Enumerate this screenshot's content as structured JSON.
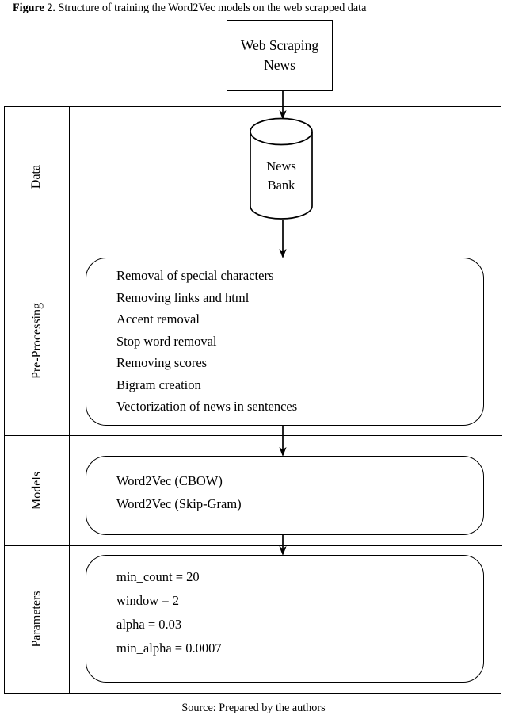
{
  "figure": {
    "label": "Figure 2.",
    "caption": "Structure of training the Word2Vec models on the web scrapped data",
    "source_note": "Source: Prepared by the authors"
  },
  "colors": {
    "stroke": "#000000",
    "background": "#ffffff",
    "text": "#000000"
  },
  "nodes": {
    "web_scraping": {
      "shape": "rectangle",
      "line1": "Web Scraping",
      "line2": "News"
    },
    "news_bank": {
      "shape": "cylinder",
      "line1": "News",
      "line2": "Bank"
    }
  },
  "rows": [
    {
      "label": "Data",
      "items": []
    },
    {
      "label": "Pre-Processing",
      "items": [
        "Removal of special characters",
        "Removing links and html",
        "Accent removal",
        "Stop word removal",
        "Removing scores",
        "Bigram creation",
        "Vectorization of news in sentences"
      ]
    },
    {
      "label": "Models",
      "items": [
        "Word2Vec (CBOW)",
        "Word2Vec (Skip-Gram)"
      ]
    },
    {
      "label": "Parameters",
      "items": [
        "min_count = 20",
        "window = 2",
        "alpha = 0.03",
        "min_alpha = 0.0007"
      ]
    }
  ],
  "flow": {
    "arrows": [
      {
        "name": "web-scraping-to-news-bank",
        "from": "web_scraping",
        "to": "news_bank"
      },
      {
        "name": "news-bank-to-pre-processing",
        "from": "news_bank",
        "to": "pre_processing"
      },
      {
        "name": "pre-processing-to-models",
        "from": "pre_processing",
        "to": "models"
      },
      {
        "name": "models-to-parameters",
        "from": "models",
        "to": "parameters"
      }
    ]
  }
}
